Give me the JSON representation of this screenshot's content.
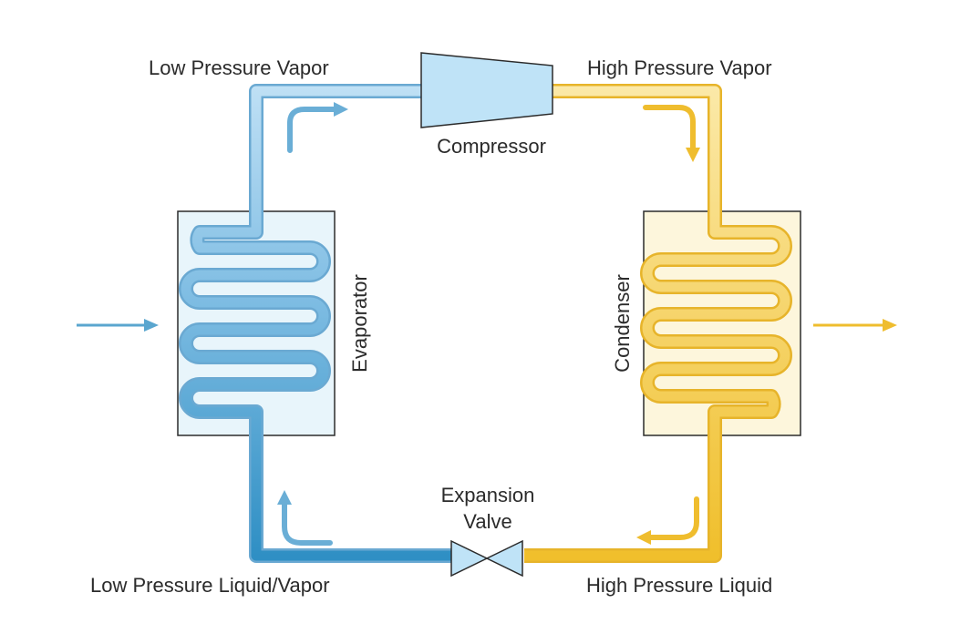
{
  "labels": {
    "low_pressure_vapor": "Low Pressure Vapor",
    "high_pressure_vapor": "High Pressure Vapor",
    "compressor": "Compressor",
    "evaporator": "Evaporator",
    "condenser": "Condenser",
    "expansion_line1": "Expansion",
    "expansion_line2": "Valve",
    "low_pressure_liquid_vapor": "Low Pressure Liquid/Vapor",
    "high_pressure_liquid": "High Pressure Liquid"
  },
  "colors": {
    "cold_light": "#bfe0f5",
    "cold_mid": "#7fbde3",
    "cold_dark": "#2f8fc4",
    "hot_light": "#fbe9a8",
    "hot_dark": "#f0bf2c",
    "evaporator_box": "#e8f5fb",
    "condenser_box": "#fdf6dc",
    "compressor_fill": "#bfe3f7",
    "valve_fill": "#bfe3f7",
    "outline": "#2b2b2b"
  }
}
